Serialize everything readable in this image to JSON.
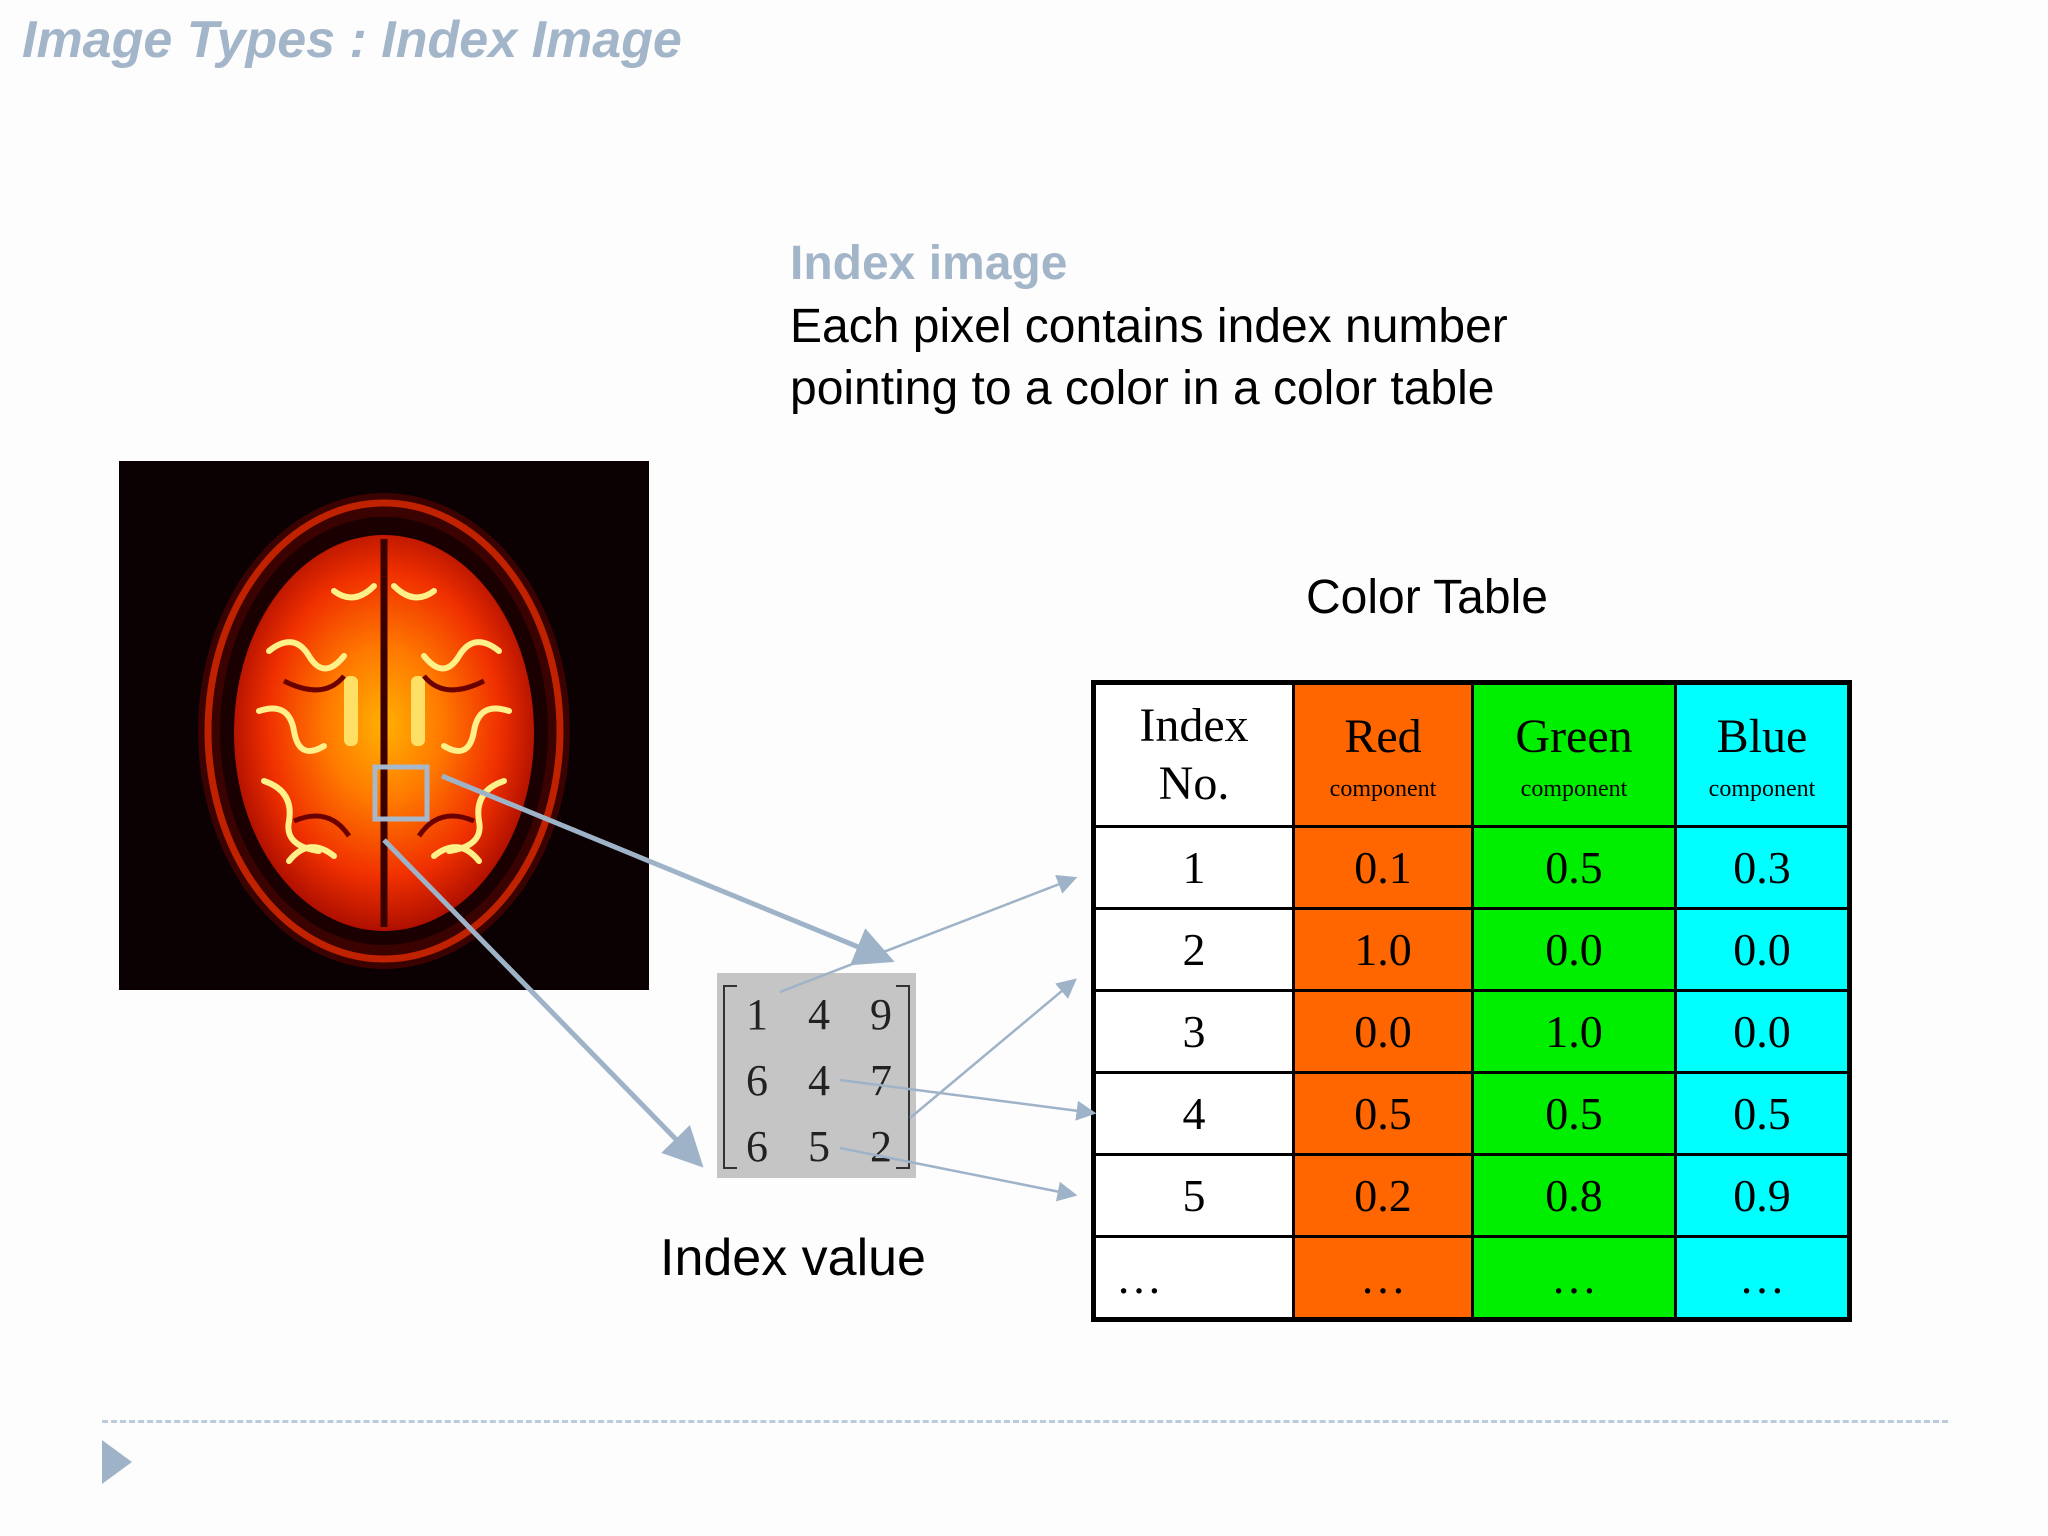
{
  "slide": {
    "title": "Image Types : Index Image"
  },
  "intro": {
    "heading": "Index image",
    "lines": [
      "Each pixel contains index number",
      "pointing to a color in a color table"
    ]
  },
  "matrix": {
    "rows": [
      [
        "1",
        "4",
        "9"
      ],
      [
        "6",
        "4",
        "7"
      ],
      [
        "6",
        "5",
        "2"
      ]
    ],
    "label": "Index value"
  },
  "color_table": {
    "caption": "Color Table",
    "headers": [
      {
        "title_line1": "Index",
        "title_line2": "No.",
        "sub": ""
      },
      {
        "title_line1": "Red",
        "title_line2": "",
        "sub": "component"
      },
      {
        "title_line1": "Green",
        "title_line2": "",
        "sub": "component"
      },
      {
        "title_line1": "Blue",
        "title_line2": "",
        "sub": "component"
      }
    ],
    "rows": [
      [
        "1",
        "0.1",
        "0.5",
        "0.3"
      ],
      [
        "2",
        "1.0",
        "0.0",
        "0.0"
      ],
      [
        "3",
        "0.0",
        "1.0",
        "0.0"
      ],
      [
        "4",
        "0.5",
        "0.5",
        "0.5"
      ],
      [
        "5",
        "0.2",
        "0.8",
        "0.9"
      ],
      [
        "…",
        "…",
        "…",
        "…"
      ]
    ]
  },
  "colors": {
    "title_accent": "#a3b5c9",
    "red_column": "#ff6600",
    "green_column": "#00ee00",
    "blue_column": "#00ffff",
    "arrow": "#9fb3c8",
    "matrix_bg": "#c5c5c5"
  },
  "icons": {
    "footer": "play-triangle-icon"
  }
}
